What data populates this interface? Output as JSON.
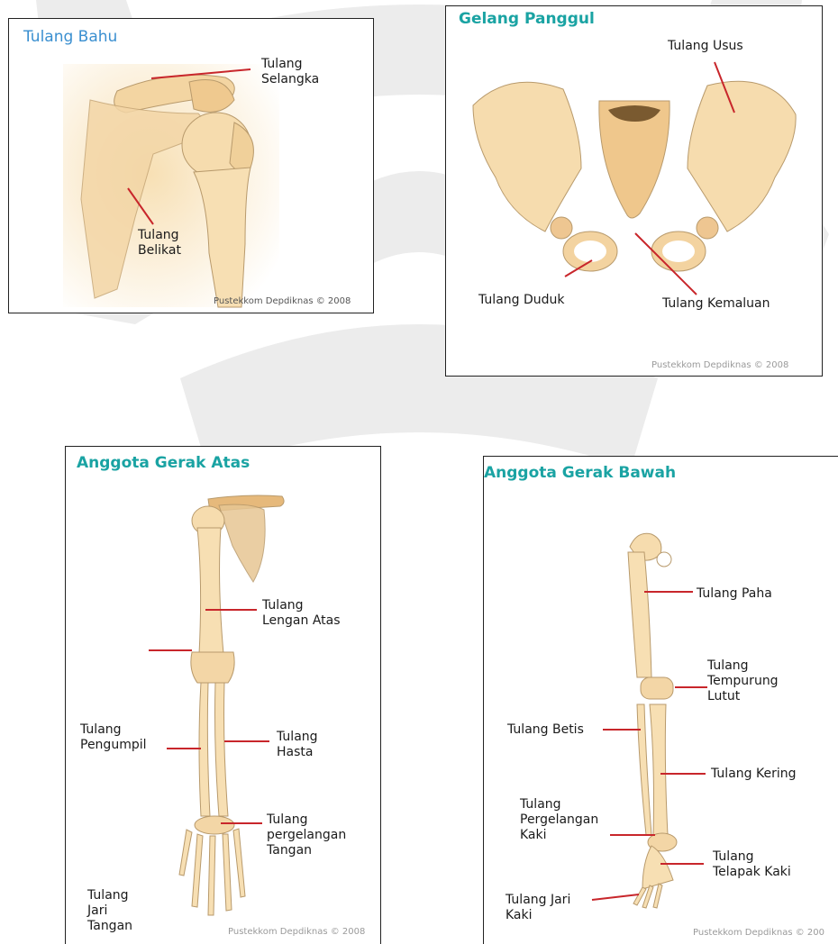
{
  "panels": {
    "shoulder": {
      "title": "Tulang Bahu",
      "labels": {
        "selangka": [
          "Tulang",
          "Selangka"
        ],
        "belikat": [
          "Tulang",
          "Belikat"
        ]
      },
      "credit": "Pustekkom Depdiknas © 2008"
    },
    "pelvis": {
      "title": "Gelang Panggul",
      "labels": {
        "usus": "Tulang Usus",
        "duduk": "Tulang Duduk",
        "kemaluan": "Tulang Kemaluan"
      },
      "credit": "Pustekkom Depdiknas © 2008"
    },
    "upper_limb": {
      "title": "Anggota Gerak Atas",
      "labels": {
        "lengan_atas": [
          "Tulang",
          "Lengan Atas"
        ],
        "pengumpil": [
          "Tulang",
          "Pengumpil"
        ],
        "hasta": [
          "Tulang",
          "Hasta"
        ],
        "pergelangan": [
          "Tulang",
          "pergelangan",
          "Tangan"
        ],
        "jari": [
          "Tulang",
          "Jari",
          "Tangan"
        ]
      },
      "credit": "Pustekkom Depdiknas © 2008"
    },
    "lower_limb": {
      "title": "Anggota Gerak Bawah",
      "labels": {
        "paha": "Tulang Paha",
        "tempurung": [
          "Tulang",
          "Tempurung",
          "Lutut"
        ],
        "betis": "Tulang Betis",
        "kering": "Tulang Kering",
        "pergelangan_kaki": [
          "Tulang",
          "Pergelangan",
          "Kaki"
        ],
        "telapak": [
          "Tulang",
          "Telapak Kaki"
        ],
        "jari_kaki": [
          "Tulang Jari",
          "Kaki"
        ]
      },
      "credit": "Pustekkom Depdiknas © 200"
    }
  },
  "colors": {
    "bone": "#f7deb0",
    "bone_shade": "#e9c68c",
    "bone_outline": "#b89a6c",
    "pointer": "#c8262b",
    "title_teal": "#1aa3a3",
    "title_blue": "#3a8fd0",
    "watermark": "#e9e9e9"
  }
}
